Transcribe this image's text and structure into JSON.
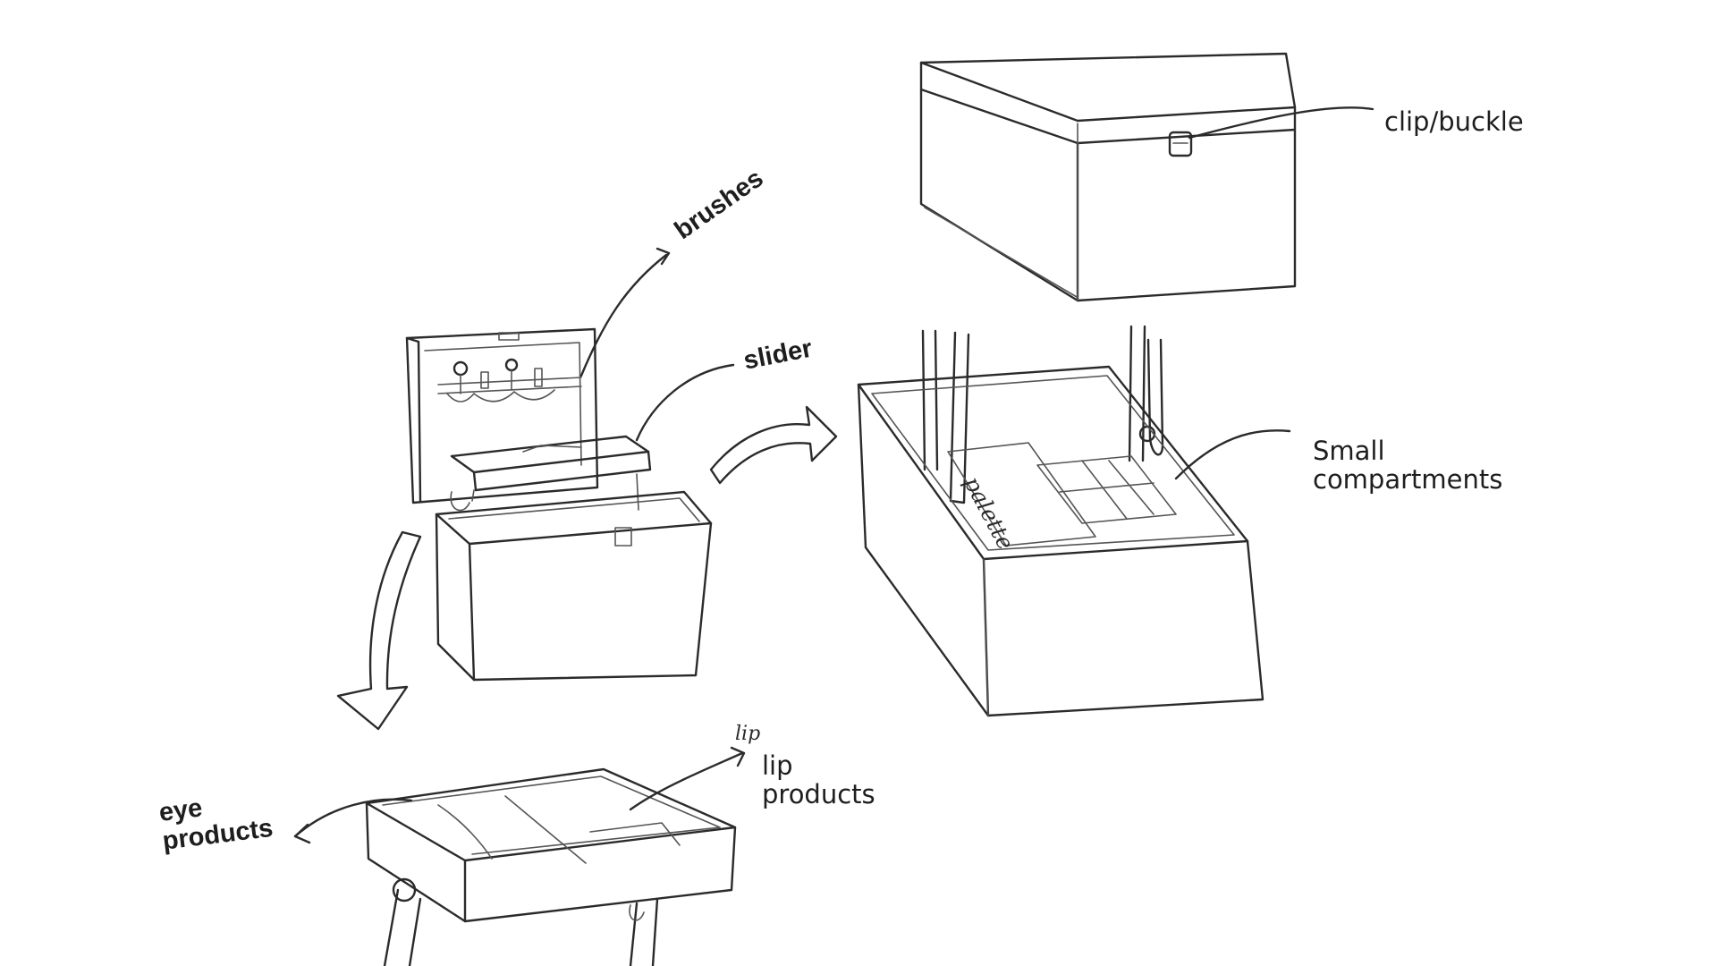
{
  "labels": {
    "brushes": "brushes",
    "slider": "slider",
    "clip_buckle": "clip/buckle",
    "small_compartments_line1": "Small",
    "small_compartments_line2": "compartments",
    "eye_products_line1": "eye",
    "eye_products_line2": "products",
    "lip_products_line1": "lip",
    "lip_products_line2": "products",
    "palette": "palette",
    "lip_scribble": "lip"
  },
  "colors": {
    "ink": "#2b2b2b",
    "background": "#ffffff"
  }
}
